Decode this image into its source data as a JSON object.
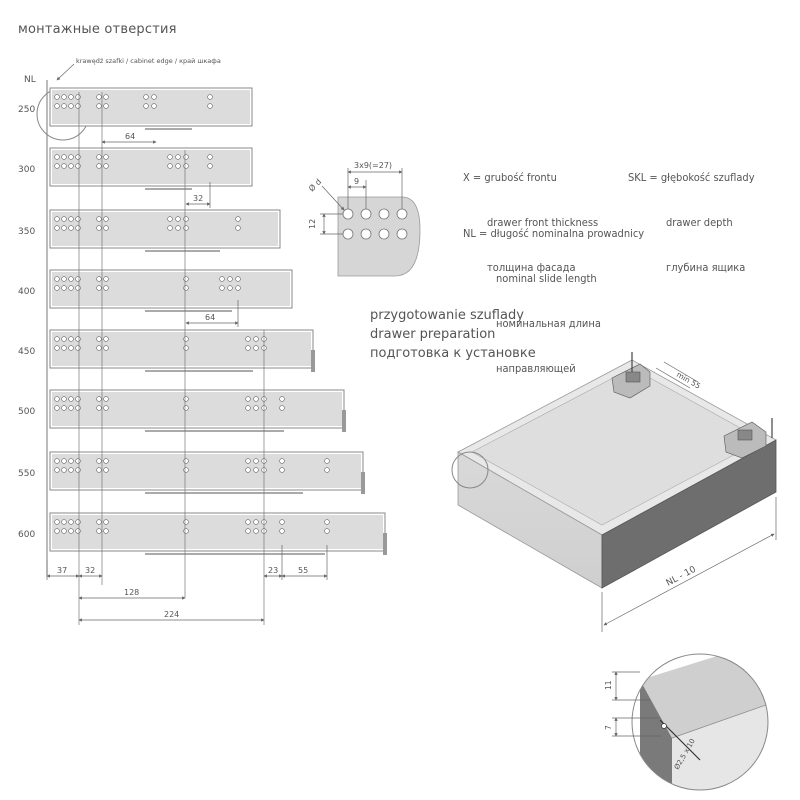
{
  "title": "монтажные отверстия",
  "nl_axis_label": "NL",
  "cabinet_edge_note": "krawędź szafki / cabinet edge / край шкафа",
  "rows": [
    "250",
    "300",
    "350",
    "400",
    "450",
    "500",
    "550",
    "600"
  ],
  "dims": {
    "d64_top": "64",
    "d32": "32",
    "d64_mid": "64",
    "d37": "37",
    "d32_bottom": "32",
    "d128": "128",
    "d224": "224",
    "d23": "23",
    "d55": "55"
  },
  "detail": {
    "top_dim": "3x9(=27)",
    "pitch": "9",
    "height": "12",
    "diam": "Ø d"
  },
  "legend": {
    "x_line1": "X = grubość frontu",
    "x_line2": "drawer front thickness",
    "x_line3": "толщина фасада",
    "skl_line1": "SKL = głębokość szuflady",
    "skl_line2": "drawer depth",
    "skl_line3": "глубина ящика",
    "nl_line1": "NL = długość nominalna prowadnicy",
    "nl_line2": "nominal slide length",
    "nl_line3": "номинальная длина",
    "nl_line4": "направляющей"
  },
  "preparation": {
    "line1": "przygotowanie szuflady",
    "line2": "drawer preparation",
    "line3": "подготовка к установке"
  },
  "drawer_labels": {
    "min": "min 55",
    "length": "NL - 10",
    "detail_11": "11",
    "detail_7": "7",
    "detail_d": "Ø2,5 x 10"
  }
}
